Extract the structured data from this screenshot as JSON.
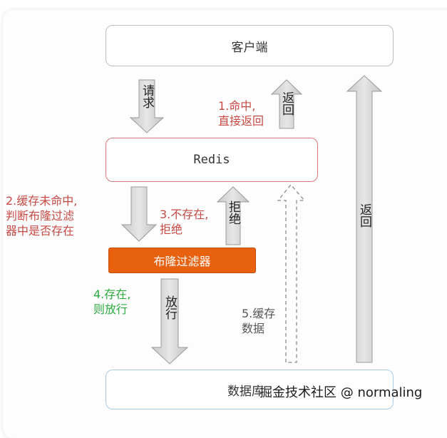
{
  "nodes": {
    "client": "客户端",
    "redis": "Redis",
    "bloom": "布隆过滤器",
    "database": "数据库"
  },
  "arrows": {
    "request": "请求",
    "return_redis": "返回",
    "reject": "拒绝",
    "pass": "放行",
    "return_db": "返回"
  },
  "notes": {
    "step1": "1.命中,\n直接返回",
    "step2": "2.缓存未命中,\n判断布隆过滤\n器中是否存在",
    "step3": "3.不存在,\n拒绝",
    "step4": "4.存在,\n则放行",
    "step5": "5.缓存\n数据"
  },
  "colors": {
    "orange": "#e8610e",
    "red_text": "#c84a44",
    "green_text": "#2daa40",
    "arrow_fill": "#d8d8d8"
  },
  "watermark": "掘金技术社区 @ normaling"
}
